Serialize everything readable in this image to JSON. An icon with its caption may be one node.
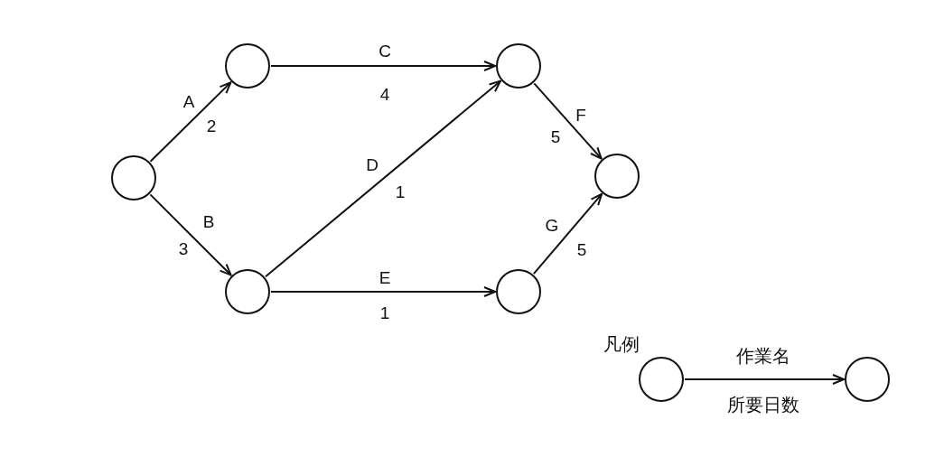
{
  "diagram": {
    "nodes": [
      {
        "text": [],
        "shape": "circle"
      },
      {
        "text": [],
        "shape": "circle"
      },
      {
        "text": [],
        "shape": "circle"
      },
      {
        "text": [],
        "shape": "circle"
      },
      {
        "text": [],
        "shape": "circle"
      },
      {
        "text": [],
        "shape": "circle"
      },
      {
        "text": [],
        "shape": "circle"
      },
      {
        "text": [],
        "shape": "circle"
      }
    ],
    "edges": [
      {
        "from": 0,
        "to": 1,
        "arrow": "to",
        "label": "A"
      },
      {
        "from": 0,
        "to": 2,
        "arrow": "to",
        "label": "B"
      },
      {
        "from": 1,
        "to": 3,
        "arrow": "to",
        "label": "C"
      },
      {
        "from": 2,
        "to": 3,
        "arrow": "to",
        "label": "D"
      },
      {
        "from": 2,
        "to": 4,
        "arrow": "to",
        "label": "E"
      },
      {
        "from": 3,
        "to": 5,
        "arrow": "to",
        "label": "F"
      },
      {
        "from": 4,
        "to": 5,
        "arrow": "to",
        "label": "G"
      },
      {
        "from": 6,
        "to": 7,
        "arrow": "to",
        "label": "作業名"
      }
    ],
    "labels": [
      "4",
      "2",
      "5",
      "1",
      "3",
      "5",
      "1",
      "凡例",
      "所要日数"
    ]
  }
}
